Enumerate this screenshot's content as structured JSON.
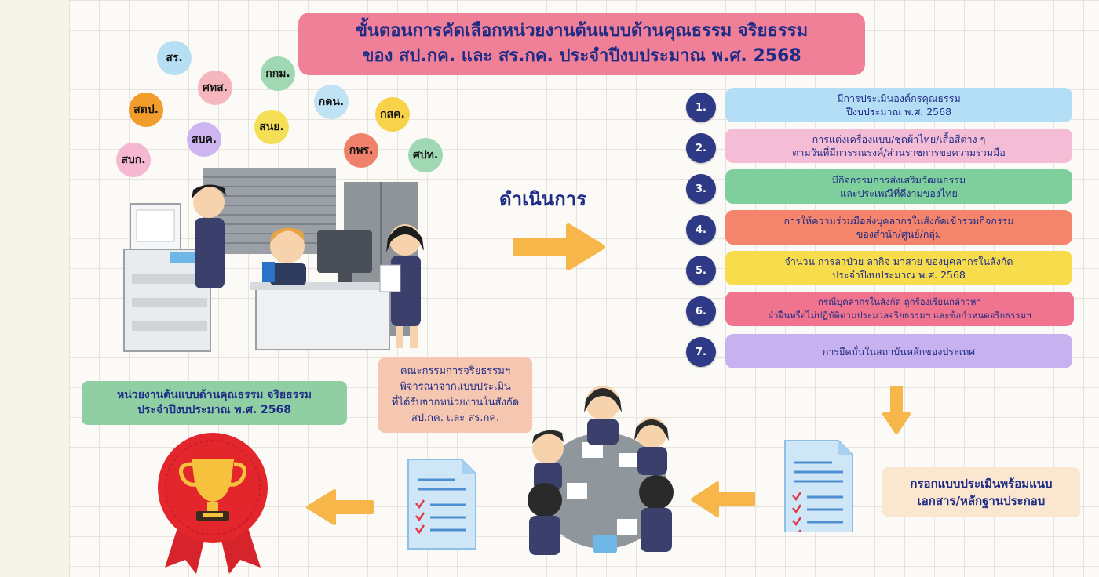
{
  "title": {
    "line1": "ขั้นตอนการคัดเลือกหน่วยงานต้นแบบด้านคุณธรรม จริยธรรม",
    "line2": "ของ สป.กค. และ สร.กค. ประจำปีงบประมาณ พ.ศ. 2568"
  },
  "agencies": [
    {
      "label": "สร.",
      "color": "#b7dff3"
    },
    {
      "label": "ศทส.",
      "color": "#f6b6be"
    },
    {
      "label": "กกม.",
      "color": "#9fd8b2"
    },
    {
      "label": "สตป.",
      "color": "#f29d2b"
    },
    {
      "label": "กตน.",
      "color": "#bfe3f4"
    },
    {
      "label": "กสค.",
      "color": "#f7d24a"
    },
    {
      "label": "สนย.",
      "color": "#f4df57"
    },
    {
      "label": "สบค.",
      "color": "#cdb6ef"
    },
    {
      "label": "กพร.",
      "color": "#f0826b"
    },
    {
      "label": "ศปท.",
      "color": "#9fd8b2"
    },
    {
      "label": "สบก.",
      "color": "#f5b8d0"
    }
  ],
  "action_label": "ดำเนินการ",
  "steps": [
    {
      "num": "1.",
      "line1": "มีการประเมินองค์กรคุณธรรม",
      "line2": "ปีงบประมาณ พ.ศ. 2568",
      "color": "#b4def5"
    },
    {
      "num": "2.",
      "line1": "การแต่งเครื่องแบบ/ชุดผ้าไทย/เสื้อสีต่าง ๆ",
      "line2": "ตามวันที่มีการรณรงค์/ส่วนราชการขอความร่วมมือ",
      "color": "#f5bcd6"
    },
    {
      "num": "3.",
      "line1": "มีกิจกรรมการส่งเสริมวัฒนธรรม",
      "line2": "และประเพณีที่ดีงามของไทย",
      "color": "#7fcf9c"
    },
    {
      "num": "4.",
      "line1": "การให้ความร่วมมือส่งบุคลากรในสังกัดเข้าร่วมกิจกรรม",
      "line2": "ของสำนัก/ศูนย์/กลุ่ม",
      "color": "#f4846c"
    },
    {
      "num": "5.",
      "line1": "จำนวน การลาป่วย ลากิจ มาสาย ของบุคลากรในสังกัด",
      "line2": "ประจำปีงบประมาณ พ.ศ. 2568",
      "color": "#f7dc4c"
    },
    {
      "num": "6.",
      "line1": "กรณีบุคลากรในสังกัด ถูกร้องเรียนกล่าวหา",
      "line2": "ฝ่าฝืนหรือไม่ปฏิบัติตามประมวลจริยธรรมฯ และข้อกำหนดจริยธรรมฯ",
      "color": "#f0748d"
    },
    {
      "num": "7.",
      "line1": "การยึดมั่นในสถาบันหลักของประเทศ",
      "line2": "",
      "color": "#c7b2ef"
    }
  ],
  "fill_form": {
    "line1": "กรอกแบบประเมินพร้อมแนบ",
    "line2": "เอกสาร/หลักฐานประกอบ"
  },
  "committee": {
    "line1": "คณะกรรมการจริยธรรมฯ",
    "line2": "พิจารณาจากแบบประเมิน",
    "line3": "ที่ได้รับจากหน่วยงานในสังกัด",
    "line4": "สป.กค. และ สร.กค."
  },
  "result": {
    "line1": "หน่วยงานต้นแบบด้านคุณธรรม จริยธรรม",
    "line2": "ประจำปีงบประมาณ พ.ศ. 2568"
  },
  "colors": {
    "arrow": "#f7b64a",
    "step_number": "#2f3a86",
    "text_navy": "#1f2c86",
    "fill_form_bg": "#fbe6cf",
    "committee_bg": "#f6c7b0",
    "result_bg": "#8fcfa3",
    "medal_red": "#e3262c"
  }
}
